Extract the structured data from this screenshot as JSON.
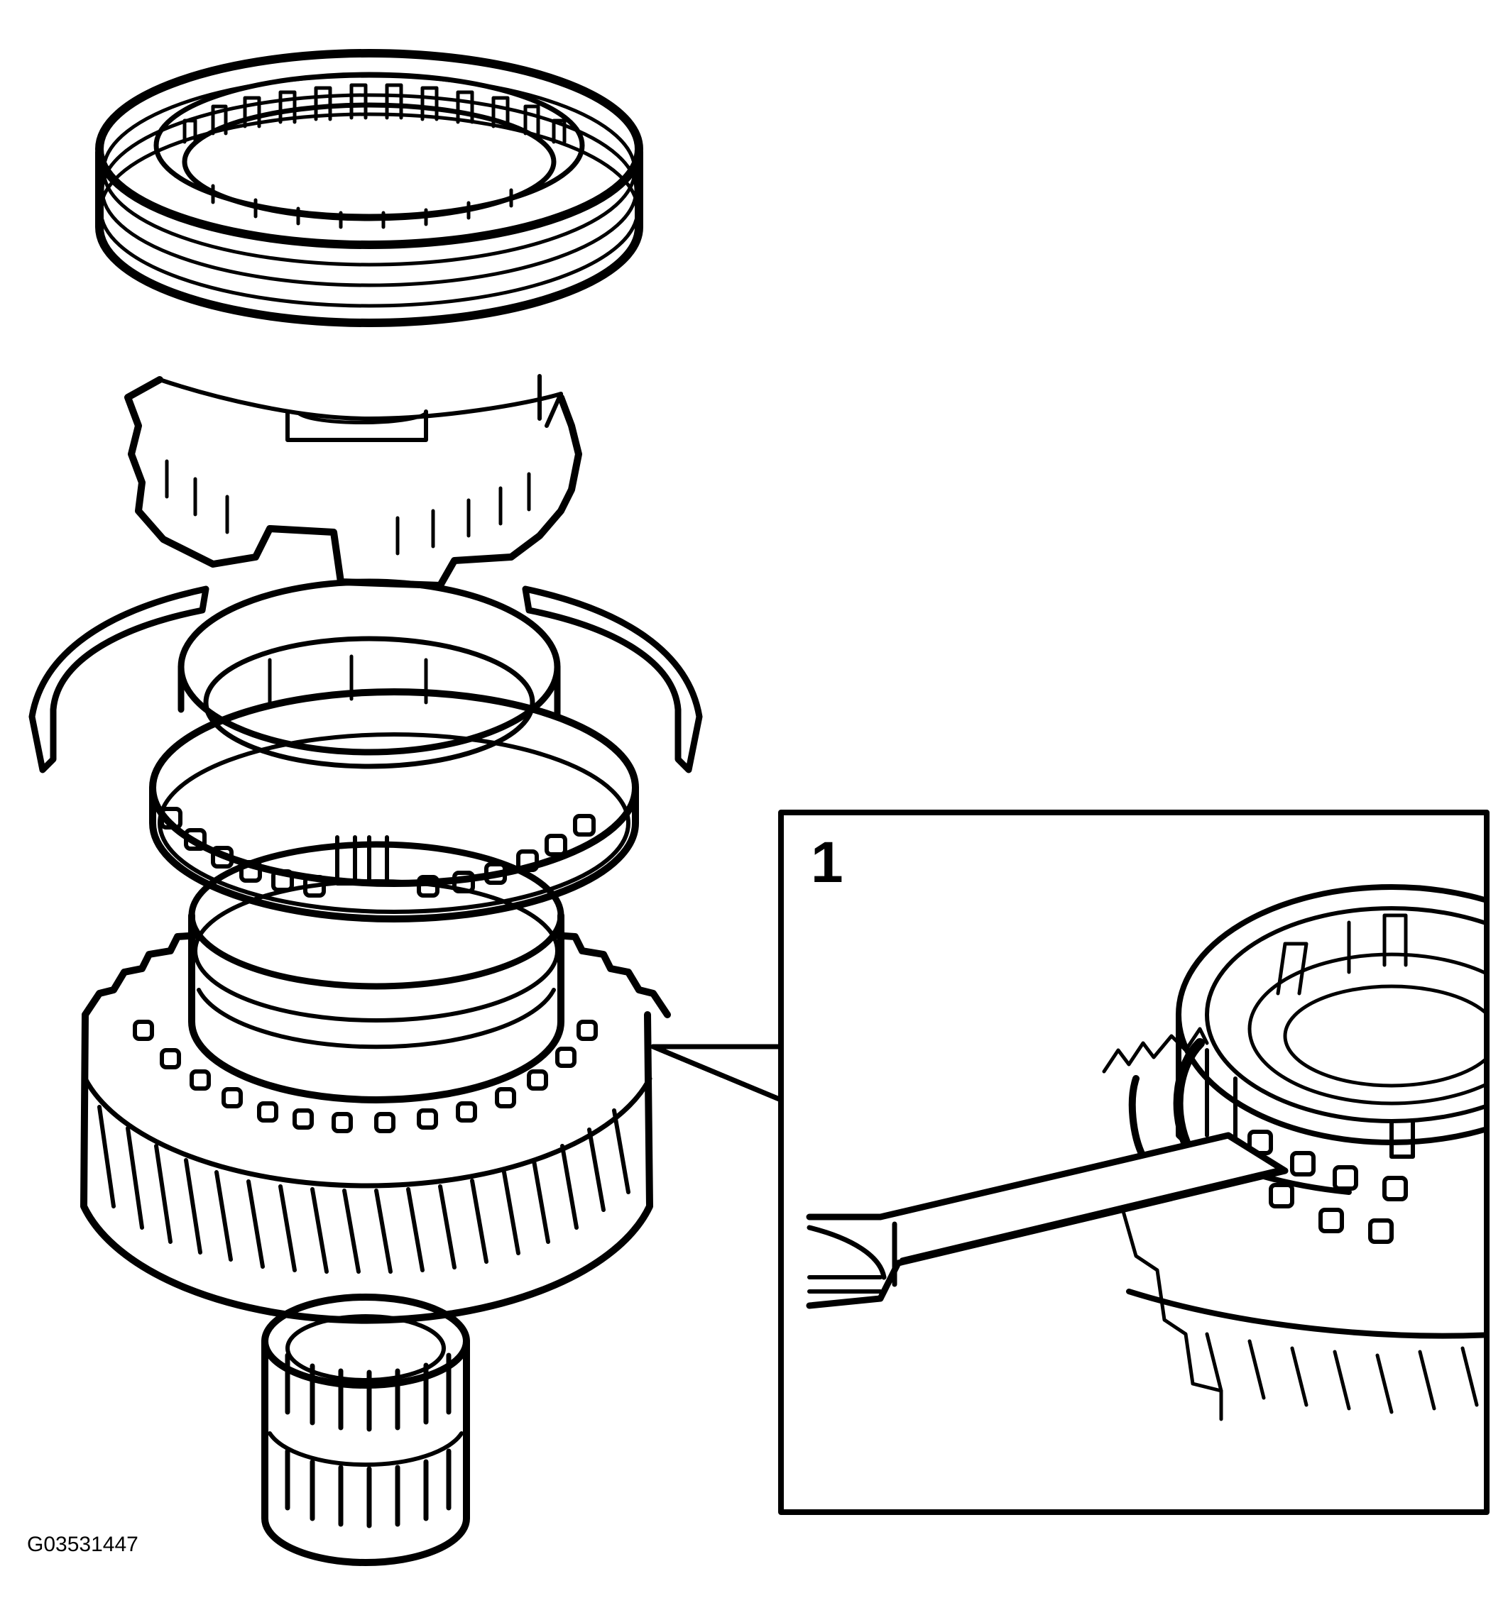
{
  "callout": {
    "label": "1"
  },
  "figure": {
    "code": "G03531447"
  },
  "colors": {
    "ink": "#000000",
    "paper": "#ffffff"
  },
  "parts": [
    "synchronizer-sleeve",
    "synchronizer-hub",
    "retaining-springs",
    "synchronizer-inner-ring",
    "synchronizer-outer-cone",
    "gear-wheel",
    "needle-roller-bearing"
  ],
  "inset": {
    "shows": "synchronizer-ring-on-gear-with-pry-tool"
  }
}
